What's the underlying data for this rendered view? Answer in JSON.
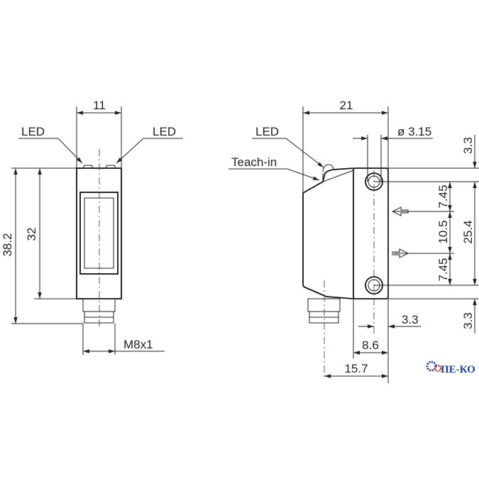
{
  "front_view": {
    "dim_width": "11",
    "dim_total_height": "38.2",
    "dim_body_height": "32",
    "thread": "M8x1",
    "led_left": "LED",
    "led_right": "LED"
  },
  "side_view": {
    "dim_depth": "21",
    "led": "LED",
    "teach_in": "Teach-in",
    "hole_diameter": "ø 3.15",
    "dim_top_offset": "3.3",
    "dim_upper": "7.45",
    "dim_optic_spacing": "10.5",
    "dim_lower": "7.45",
    "dim_hole_spacing": "25.4",
    "dim_bottom_offset": "3.3",
    "dim_hole_from_edge": "3.3",
    "dim_front_depth": "8.6",
    "dim_connector_offset": "15.7"
  },
  "logo": {
    "text": "ПЕ-КО",
    "colors": {
      "gear_blue": "#1a3fa0",
      "gear_red": "#d22"
    }
  }
}
